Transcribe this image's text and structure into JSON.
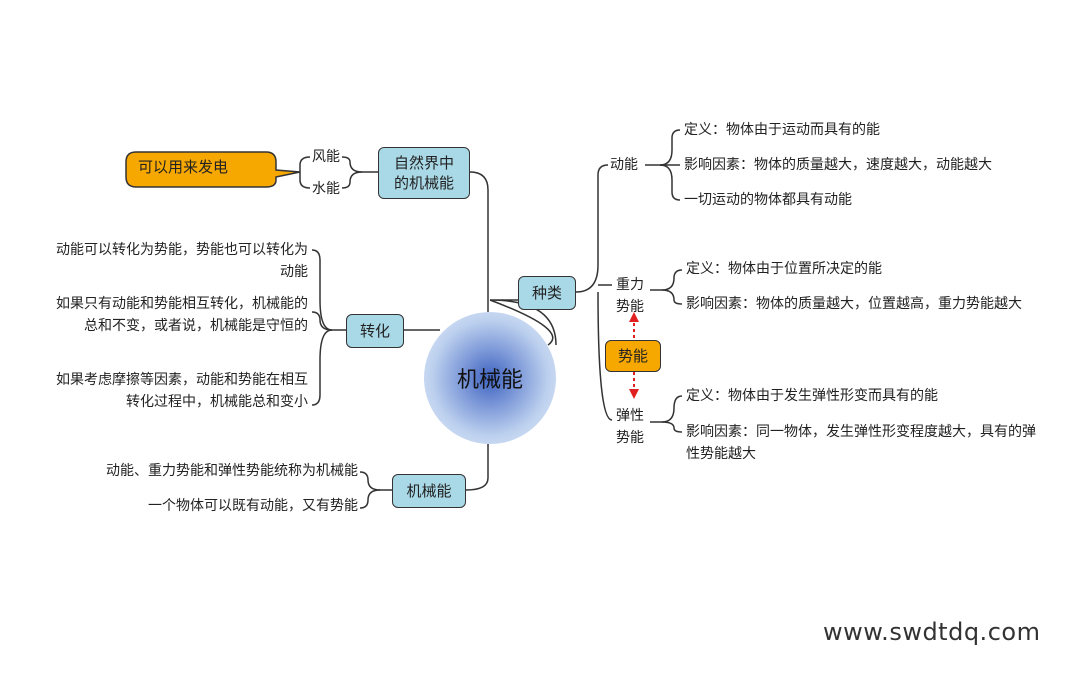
{
  "center": "机械能",
  "natural": {
    "box": "自然界中的机械能",
    "items": [
      "风能",
      "水能"
    ],
    "callout": "可以用来发电"
  },
  "conversion": {
    "box": "转化",
    "items": [
      "动能可以转化为势能，势能也可以转化为动能",
      "如果只有动能和势能相互转化，机械能的总和不变，或者说，机械能是守恒的",
      "如果考虑摩擦等因素，动能和势能在相互转化过程中，机械能总和变小"
    ]
  },
  "mech": {
    "box": "机械能",
    "items": [
      "动能、重力势能和弹性势能统称为机械能",
      "一个物体可以既有动能，又有势能"
    ]
  },
  "types": {
    "box": "种类",
    "kinetic": {
      "label": "动能",
      "items": [
        "定义：物体由于运动而具有的能",
        "影响因素：物体的质量越大，速度越大，动能越大",
        "一切运动的物体都具有动能"
      ]
    },
    "potential": {
      "label": "势能"
    },
    "gravity": {
      "label": "重力势能",
      "items": [
        "定义：物体由于位置所决定的能",
        "影响因素：物体的质量越大，位置越高，重力势能越大"
      ]
    },
    "elastic": {
      "label": "弹性势能",
      "items": [
        "定义：物体由于发生弹性形变而具有的能",
        "影响因素：同一物体，发生弹性形变程度越大，具有的弹性势能越大"
      ]
    }
  },
  "watermark": "www.swdtdq.com"
}
